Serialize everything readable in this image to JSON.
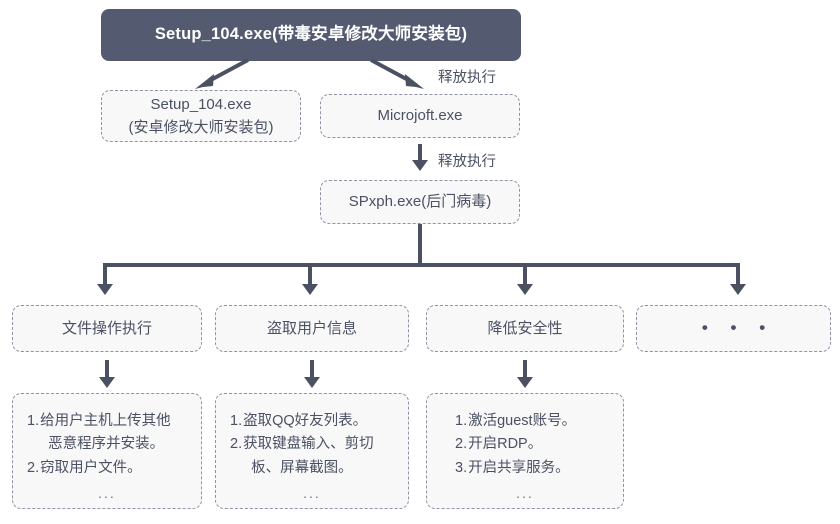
{
  "diagram": {
    "title_node": {
      "label": "Setup_104.exe(带毒安卓修改大师安装包)"
    },
    "second_row": {
      "left": {
        "line1": "Setup_104.exe",
        "line2": "(安卓修改大师安装包)"
      },
      "right": {
        "label": "Microjoft.exe"
      }
    },
    "third_row": {
      "label": "SPxph.exe(后门病毒)"
    },
    "edge_labels": {
      "drop_execute_1": "释放执行",
      "drop_execute_2": "释放执行"
    },
    "categories": [
      {
        "label": "文件操作执行"
      },
      {
        "label": "盗取用户信息"
      },
      {
        "label": "降低安全性"
      },
      {
        "label": "• • •"
      }
    ],
    "details": [
      {
        "items": [
          {
            "num": "1.",
            "text": "给用户主机上传其他\n  恶意程序并安装。"
          },
          {
            "num": "2.",
            "text": "窃取用户文件。"
          }
        ],
        "ellipsis": "..."
      },
      {
        "items": [
          {
            "num": "1.",
            "text": "盗取QQ好友列表。"
          },
          {
            "num": "2.",
            "text": "获取键盘输入、剪切\n  板、屏幕截图。"
          }
        ],
        "ellipsis": "..."
      },
      {
        "items": [
          {
            "num": "1.",
            "text": "激活guest账号。"
          },
          {
            "num": "2.",
            "text": "开启RDP。"
          },
          {
            "num": "3.",
            "text": "开启共享服务。"
          }
        ],
        "ellipsis": "..."
      }
    ]
  },
  "colors": {
    "root_fill": "#545a70",
    "stroke": "#4b5163",
    "box_fill": "#f8f8f9",
    "dash_border": "#8f94a3",
    "page_bg": "#ffffff"
  }
}
